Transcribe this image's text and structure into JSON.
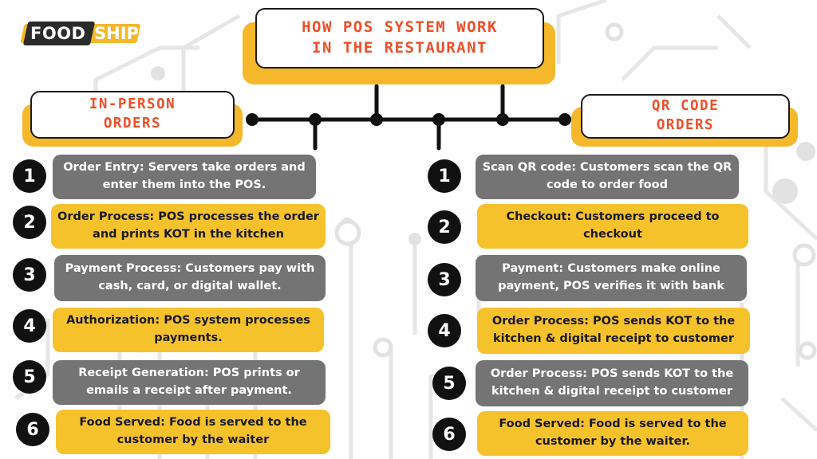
{
  "logo": {
    "part_a": "FOOD",
    "part_b": "SHIP"
  },
  "title": "HOW POS SYSTEM WORK\nIN THE RESTAURANT",
  "left": {
    "heading": "IN-PERSON\nORDERS",
    "steps": [
      {
        "number": "1",
        "text": "Order Entry: Servers take orders and enter them into the POS."
      },
      {
        "number": "2",
        "text": "Order Process: POS processes the order and prints KOT in the kitchen"
      },
      {
        "number": "3",
        "text": "Payment Process: Customers pay with cash, card, or digital wallet."
      },
      {
        "number": "4",
        "text": "Authorization: POS system processes payments."
      },
      {
        "number": "5",
        "text": "Receipt Generation: POS prints or emails a receipt after payment."
      },
      {
        "number": "6",
        "text": "Food Served: Food is served to the customer by the waiter"
      }
    ]
  },
  "right": {
    "heading": "QR CODE\nORDERS",
    "steps": [
      {
        "number": "1",
        "text": "Scan QR code: Customers scan the QR code to order food"
      },
      {
        "number": "2",
        "text": "Checkout: Customers proceed to checkout"
      },
      {
        "number": "3",
        "text": "Payment:  Customers make online payment, POS verifies it with bank"
      },
      {
        "number": "4",
        "text": "Order Process: POS sends KOT to the kitchen & digital receipt to customer"
      },
      {
        "number": "5",
        "text": "Order Process: POS sends KOT to the kitchen & digital receipt to customer"
      },
      {
        "number": "6",
        "text": "Food Served: Food is served to the customer by the waiter."
      }
    ]
  },
  "colors": {
    "accent_yellow": "#f6c22c",
    "card_gray": "#747474",
    "title_red": "#ee4f2a",
    "badge_black": "#111111"
  }
}
